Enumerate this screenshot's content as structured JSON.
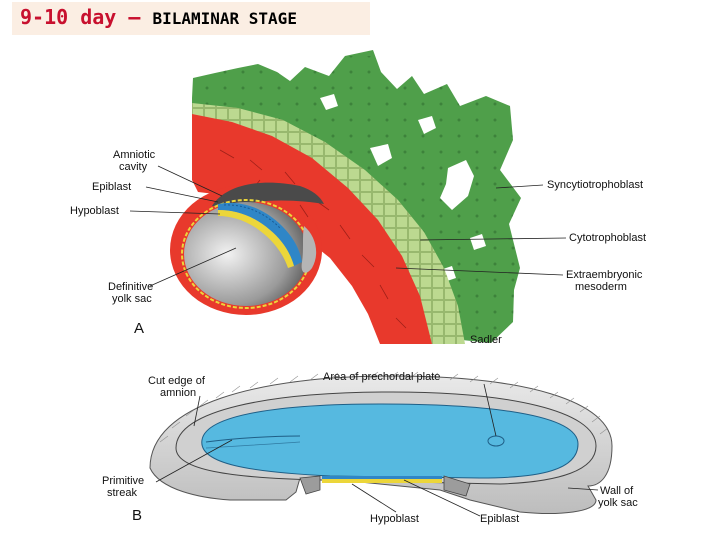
{
  "title": {
    "day": "9-10 day",
    "separator": " – ",
    "stage": "BILAMINAR STAGE"
  },
  "colors": {
    "syncytiotrophoblast": "#4f9f4a",
    "cytotrophoblast": "#bcd990",
    "extraembryonic_mesoderm": "#e8392c",
    "yolk_sac_surface": "#56b9e0",
    "hypoblast": "#ecd63a",
    "epiblast": "#2f86c7"
  },
  "panel_a": {
    "panel_label": "A",
    "labels": {
      "amniotic_cavity_1": "Amniotic",
      "amniotic_cavity_2": "cavity",
      "epiblast": "Epiblast",
      "hypoblast": "Hypoblast",
      "definitive_yolk_sac_1": "Definitive",
      "definitive_yolk_sac_2": "yolk sac",
      "syncytiotrophoblast": "Syncytiotrophoblast",
      "cytotrophoblast": "Cytotrophoblast",
      "extraembryonic_mesoderm_1": "Extraembryonic",
      "extraembryonic_mesoderm_2": "mesoderm"
    },
    "signature": "Sadler"
  },
  "panel_b": {
    "panel_label": "B",
    "labels": {
      "cut_edge_1": "Cut edge of",
      "cut_edge_2": "amnion",
      "prechordal_plate": "Area of prechordal plate",
      "primitive_streak_1": "Primitive",
      "primitive_streak_2": "streak",
      "wall_yolk_sac_1": "Wall of",
      "wall_yolk_sac_2": "yolk sac",
      "hypoblast": "Hypoblast",
      "epiblast": "Epiblast"
    }
  }
}
